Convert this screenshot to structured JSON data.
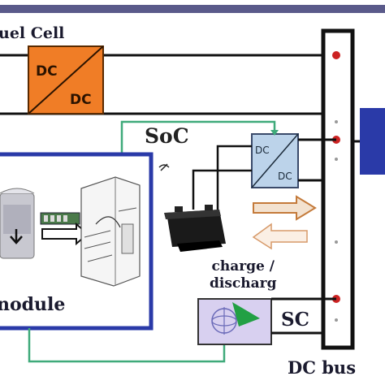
{
  "labels": {
    "fuel_cell": "uel Cell",
    "soc": "SoC",
    "module": "nodule",
    "charge_line1": "charge /",
    "charge_line2": "discharg",
    "sc": "SC",
    "dc_bus": "DC bus"
  },
  "converters": {
    "fuel_cell_in": "DC",
    "fuel_cell_out": "DC",
    "battery_in": "DC",
    "battery_out": "DC"
  },
  "colors": {
    "top_bar": "#5a5a8a",
    "bus_line": "#111111",
    "converter_orange": "#f07d26",
    "converter_blue": "#bcd3ea",
    "module_border": "#2a3aa8",
    "signal_green": "#3faa7a",
    "node_red": "#cc2222",
    "arrow_brown": "#c47a3a"
  }
}
